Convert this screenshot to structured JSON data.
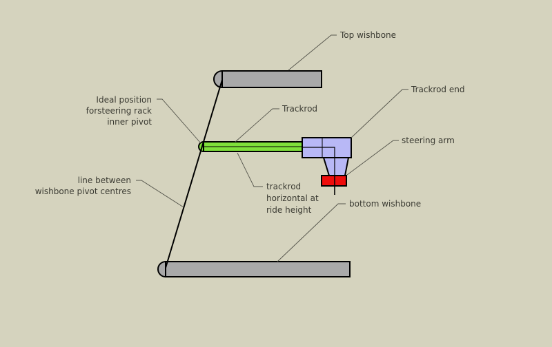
{
  "colors": {
    "background": "#d5d3be",
    "wishbone": "#a9a9a9",
    "trackrod": "#7fe03a",
    "trackrod_end": "#b8b8f6",
    "steering_arm": "#ee0c0c"
  },
  "labels": {
    "top_wishbone": "Top wishbone",
    "ideal_position": [
      "Ideal position",
      "forsteering rack",
      "inner pivot"
    ],
    "trackrod": "Trackrod",
    "trackrod_end": "Trackrod end",
    "steering_arm": "steering arm",
    "trackrod_horizontal": [
      "trackrod",
      "horizontal at",
      "ride height"
    ],
    "line_between": [
      "line between",
      "wishbone pivot centres"
    ],
    "bottom_wishbone": "bottom wishbone"
  }
}
